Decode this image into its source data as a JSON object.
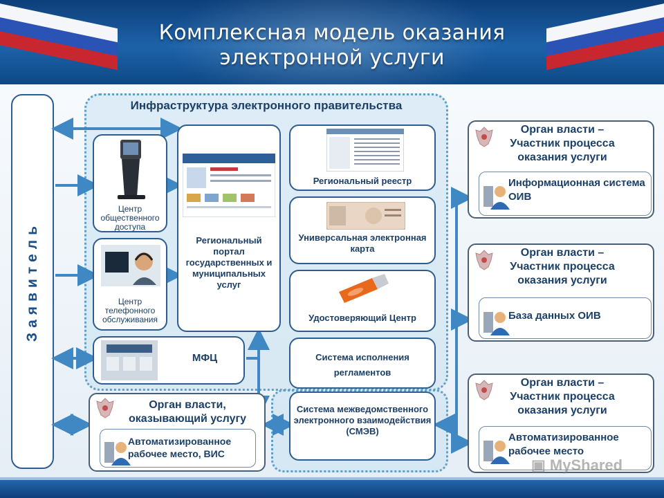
{
  "header": {
    "title_line1": "Комплексная модель оказания",
    "title_line2": "электронной услуги"
  },
  "applicant": "Заявитель",
  "infrastructure": {
    "title": "Инфраструктура электронного правительства",
    "public_access_center": "Центр общественного доступа",
    "phone_center": "Центр телефонного обслуживания",
    "mfc": "МФЦ",
    "regional_portal": "Региональный портал государственных и муниципальных услуг",
    "regional_registry": "Региональный реестр",
    "universal_card": "Универсальная электронная карта",
    "certification_center": "Удостоверяющий Центр",
    "regulations_system": "Система исполнения регламентов",
    "smev": "Система межведомственного электронного взаимодействия (СМЭВ)"
  },
  "providing_authority": {
    "title": "Орган власти, оказывающий услугу",
    "workplace": "Автоматизированное рабочее место, ВИС"
  },
  "participants": [
    {
      "title": "Орган власти – Участник процесса оказания услуги",
      "inner": "Информационная система ОИВ"
    },
    {
      "title": "Орган власти – Участник процесса оказания услуги",
      "inner": "База данных ОИВ"
    },
    {
      "title": "Орган власти – Участник процесса оказания услуги",
      "inner": "Автоматизированное рабочее место"
    }
  ],
  "watermark": "MyShared",
  "colors": {
    "arrow": "#3f88c4",
    "border": "#2d5c8e",
    "header": "#1d62a8",
    "text": "#1b3f67"
  },
  "icons": [
    "emblem-icon",
    "user-server-icon",
    "kiosk-icon",
    "usb-token-icon"
  ]
}
